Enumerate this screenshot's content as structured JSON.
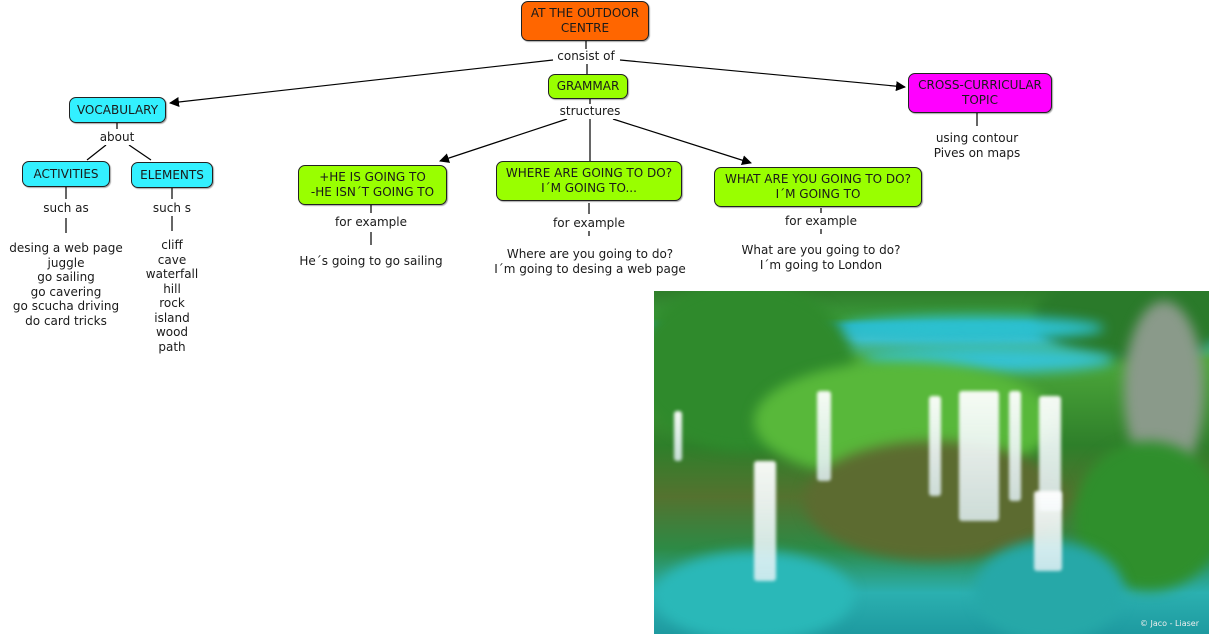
{
  "map": {
    "root": {
      "label": "AT THE OUTDOOR\nCENTRE",
      "color": "#ff6600"
    },
    "root_link": "consist of",
    "vocabulary": {
      "label": "VOCABULARY",
      "color": "#33f0ff",
      "link": "about"
    },
    "activities": {
      "label": "ACTIVITIES",
      "link": "such as",
      "items": "desing a web page\njuggle\ngo sailing\ngo cavering\ngo scucha driving\ndo card tricks"
    },
    "elements": {
      "label": "ELEMENTS",
      "link": "such s",
      "items": "cliff\ncave\nwaterfall\nhill\nrock\nisland\nwood\npath"
    },
    "grammar": {
      "label": "GRAMMAR",
      "color": "#99ff00",
      "link": "structures"
    },
    "g1": {
      "label": "+HE IS GOING TO\n-HE ISN´T GOING TO",
      "link": "for example",
      "example": "He´s going to go sailing"
    },
    "g2": {
      "label": "WHERE ARE GOING TO DO?\nI´M GOING TO...",
      "link": "for example",
      "example": "Where are you going to do?\nI´m going to desing a web page"
    },
    "g3": {
      "label": "WHAT ARE YOU GOING TO DO?\nI´M GOING TO",
      "link": "for example",
      "example": "What are you going to do?\nI´m going to London"
    },
    "cross": {
      "label": "CROSS-CURRICULAR\nTOPIC",
      "color": "#ff00ff",
      "note": "using contour\nPives on maps"
    }
  },
  "image": {
    "subject": "waterfalls-and-lakes-photo",
    "credit": "© Jaco - Liaser"
  }
}
